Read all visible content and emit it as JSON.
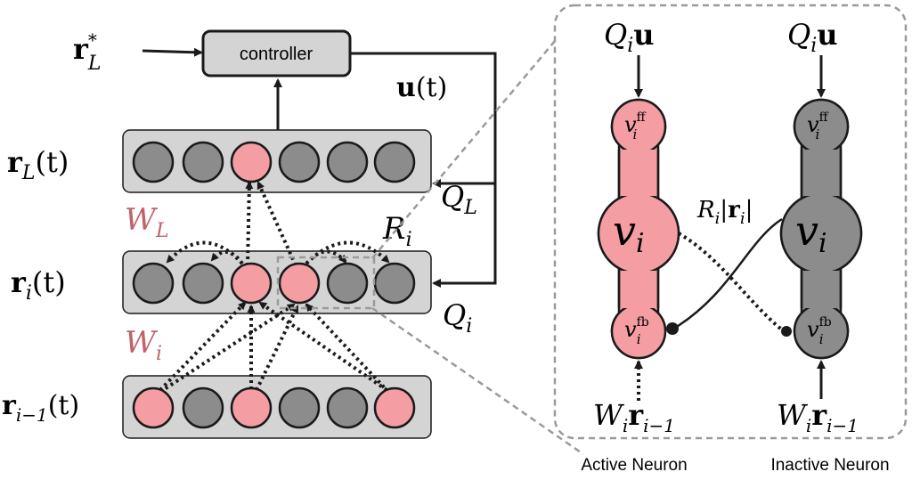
{
  "colors": {
    "active": "#f49ea4",
    "inactive": "#8c8c8c",
    "panel": "#d4d4d4",
    "weight_label": "#c0626a",
    "stroke": "#1a1a1a",
    "dashed_box": "#9a9a9a"
  },
  "controller": {
    "label": "controller"
  },
  "inputs": {
    "target": {
      "bold": "r",
      "sup": "*",
      "sub": "L"
    }
  },
  "signals": {
    "u": {
      "bold": "u",
      "plain": "(t)"
    },
    "QL": {
      "it": "Q",
      "sub": "L"
    },
    "Qi": {
      "it": "Q",
      "sub": "i"
    }
  },
  "weights": {
    "WL": {
      "it": "W",
      "sub": "L"
    },
    "Wi": {
      "it": "W",
      "sub": "i"
    },
    "Ri": {
      "it": "R",
      "sub": "i"
    }
  },
  "layers": [
    {
      "label_bold": "r",
      "label_sub": "L",
      "label_rest": "(t)",
      "neurons": [
        false,
        false,
        true,
        false,
        false,
        false
      ]
    },
    {
      "label_bold": "r",
      "label_sub": "i",
      "label_rest": "(t)",
      "neurons": [
        false,
        false,
        true,
        true,
        false,
        false
      ]
    },
    {
      "label_bold": "r",
      "label_sub": "i−1",
      "label_rest": "(t)",
      "neurons": [
        true,
        false,
        true,
        false,
        false,
        true
      ]
    }
  ],
  "detail": {
    "top_input": {
      "it": "Q",
      "sub": "i",
      "bold": "u"
    },
    "bottom_input": {
      "it": "W",
      "sub": "i",
      "bold": "r",
      "sub2": "i−1"
    },
    "compartments": {
      "ff_base": "v",
      "ff_sub": "i",
      "ff_sup": "ff",
      "soma_base": "v",
      "soma_sub": "i",
      "fb_base": "v",
      "fb_sub": "i",
      "fb_sup": "fb"
    },
    "inhibition": {
      "it": "R",
      "sub": "i",
      "bar_bold": "r",
      "bar_sub": "i"
    },
    "active_caption": "Active Neuron",
    "inactive_caption": "Inactive Neuron"
  }
}
